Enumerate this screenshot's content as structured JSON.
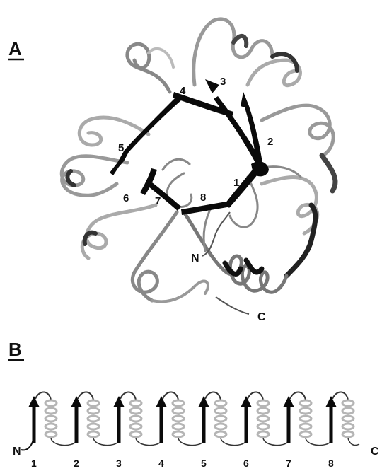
{
  "panel_a": {
    "label": "A",
    "strand_labels": [
      "1",
      "2",
      "3",
      "4",
      "5",
      "6",
      "7",
      "8"
    ],
    "n_terminus": "N",
    "c_terminus": "C"
  },
  "panel_b": {
    "label": "B",
    "n_terminus": "N",
    "c_terminus": "C",
    "unit_labels": [
      "1",
      "2",
      "3",
      "4",
      "5",
      "6",
      "7",
      "8"
    ]
  },
  "colors": {
    "strand": "#0a0a0a",
    "helix_dark": "#2a2a2a",
    "helix_light": "#c8c8c8",
    "loop": "#555555"
  }
}
